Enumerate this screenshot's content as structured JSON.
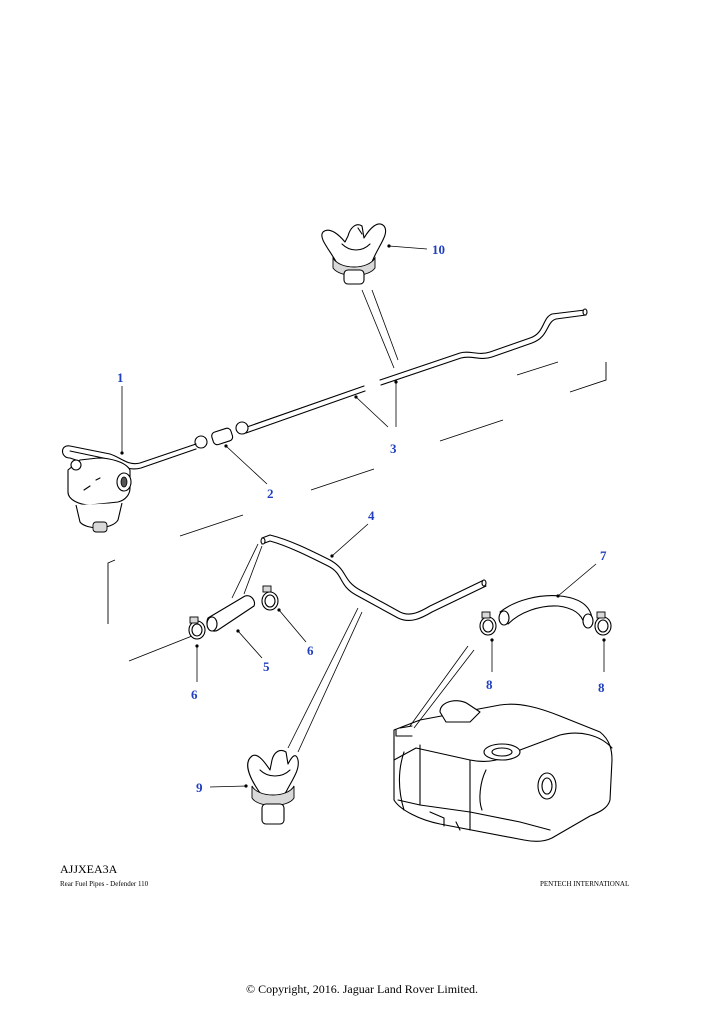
{
  "diagram": {
    "reference_code": "AJJXEA3A",
    "caption": "Rear Fuel Pipes - Defender 110",
    "publisher": "PENTECH INTERNATIONAL",
    "copyright": "© Copyright, 2016. Jaguar Land Rover Limited."
  },
  "callouts": [
    {
      "number": "1",
      "part": "fuel-filter-pipe"
    },
    {
      "number": "2",
      "part": "pipe-connector"
    },
    {
      "number": "3",
      "part": "fuel-pipe"
    },
    {
      "number": "4",
      "part": "filler-breather-pipe"
    },
    {
      "number": "5",
      "part": "hose"
    },
    {
      "number": "6",
      "part": "hose-clip"
    },
    {
      "number": "6",
      "part": "hose-clip"
    },
    {
      "number": "7",
      "part": "tank-hose"
    },
    {
      "number": "8",
      "part": "hose-clip"
    },
    {
      "number": "8",
      "part": "hose-clip"
    },
    {
      "number": "9",
      "part": "pipe-clip"
    },
    {
      "number": "10",
      "part": "pipe-clip"
    }
  ],
  "colors": {
    "callout": "#1f3fbf",
    "line": "#000000",
    "background": "#ffffff"
  }
}
